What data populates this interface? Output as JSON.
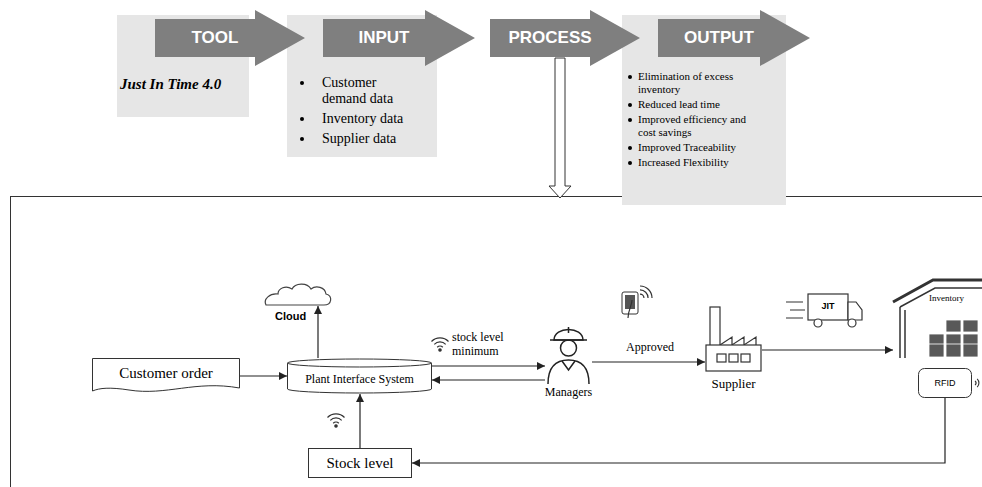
{
  "diagram": {
    "nodes": [
      {
        "text": [
          "TOOL"
        ]
      },
      {
        "text": [
          "INPUT"
        ]
      },
      {
        "text": [
          "PROCESS"
        ]
      },
      {
        "text": [
          "OUTPUT"
        ]
      },
      {
        "text": [
          "Just In Time 4.0"
        ]
      },
      {
        "text": [
          "Customer demand data",
          "Inventory data",
          "Supplier data"
        ]
      },
      {
        "text": [
          "Elimination of excess inventory",
          "Reduced lead time",
          "Improved efficiency and cost savings",
          "Improved Traceability",
          "Increased Flexibility"
        ]
      },
      {
        "text": [
          "Cloud"
        ]
      },
      {
        "text": [
          "Customer order"
        ]
      },
      {
        "text": [
          "Plant Interface System"
        ]
      },
      {
        "text": [
          "Managers"
        ]
      },
      {
        "text": [
          "Supplier"
        ]
      },
      {
        "text": [
          "Inventory"
        ]
      },
      {
        "text": [
          "RFID"
        ]
      },
      {
        "text": [
          "Stock level"
        ]
      }
    ],
    "edges": [
      {
        "from": 8,
        "to": 9,
        "arrow": "to"
      },
      {
        "from": 9,
        "to": 7,
        "arrow": "to"
      },
      {
        "from": 9,
        "to": 10,
        "label": "stock level minimum",
        "arrow": "to"
      },
      {
        "from": 10,
        "to": 9,
        "arrow": "to"
      },
      {
        "from": 10,
        "to": 11,
        "label": "Approved",
        "arrow": "to"
      },
      {
        "from": 11,
        "to": 12,
        "arrow": "to"
      },
      {
        "from": 13,
        "to": 14,
        "arrow": "to"
      },
      {
        "from": 14,
        "to": 9,
        "arrow": "to"
      }
    ],
    "labels": [
      "JIT"
    ]
  }
}
